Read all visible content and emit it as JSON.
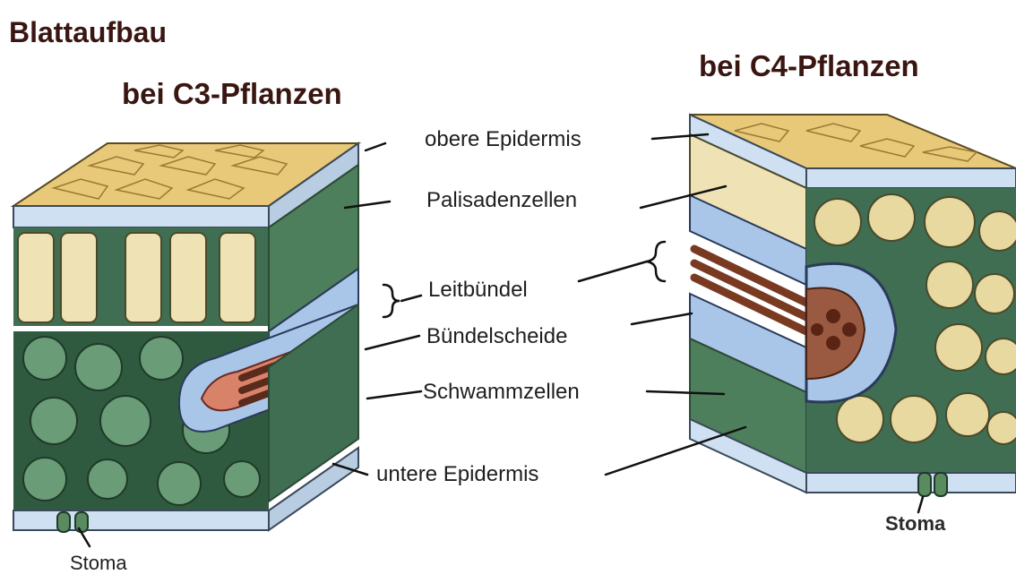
{
  "title": "Blattaufbau",
  "subtitle_c3": "bei C3-Pflanzen",
  "subtitle_c4": "bei C4-Pflanzen",
  "labels": {
    "obere_epidermis": "obere Epidermis",
    "palisadenzellen": "Palisadenzellen",
    "leitbuendel": "Leitbündel",
    "buendelscheide": "Bündelscheide",
    "schwammzellen": "Schwammzellen",
    "untere_epidermis": "untere Epidermis"
  },
  "stoma_left": "Stoma",
  "stoma_right": "Stoma",
  "colors": {
    "epidermis_top": "#e8c97a",
    "palisade": "#efe3b5",
    "sponge": "#6a9c78",
    "bundle_sheath": "#a9c6e8",
    "vein": "#8a4a32",
    "text_dark": "#3a1612"
  }
}
